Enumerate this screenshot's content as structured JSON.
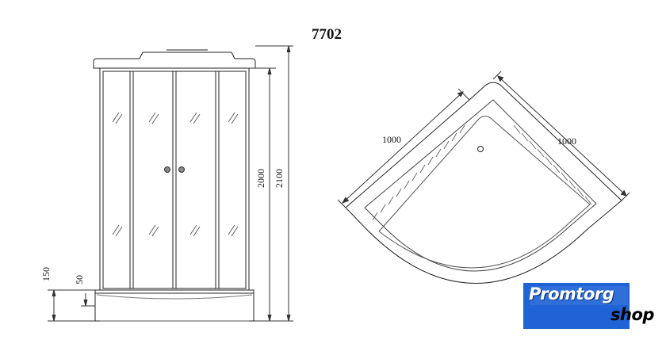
{
  "title": "7702",
  "front_view": {
    "dim_total_height": "2100",
    "dim_door_height": "2000",
    "dim_tray_height": "150",
    "dim_step_height": "50"
  },
  "top_view": {
    "dim_left_side": "1000",
    "dim_right_side": "1000"
  },
  "logo": {
    "brand": "Promtorg",
    "sub": "shop",
    "background_color": "#1f63d6"
  }
}
